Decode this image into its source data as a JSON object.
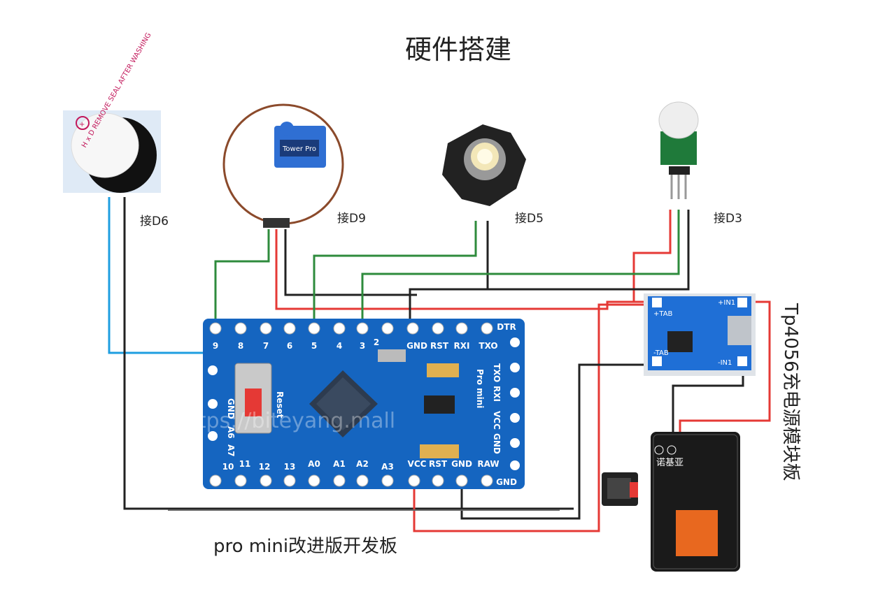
{
  "title": "硬件搭建",
  "labels": {
    "buzzer": "接D6",
    "servo": "接D9",
    "led": "接D5",
    "pir": "接D3"
  },
  "board_caption": "pro mini改进版开发板",
  "charger_caption": "Tp4056充电源模块板",
  "board": {
    "top_pins": [
      "9",
      "8",
      "7",
      "6",
      "5",
      "4",
      "3",
      "2",
      "GND",
      "RST",
      "RXI",
      "TXO"
    ],
    "bottom_pins": [
      "10",
      "11",
      "12",
      "13",
      "A0",
      "A1",
      "A2",
      "A3",
      "VCC",
      "RST",
      "GND",
      "RAW"
    ],
    "right_top": "DTR",
    "right_bottom": "GND",
    "right_side": [
      "TXO",
      "RXI",
      "VCC",
      "GND"
    ],
    "left_side": [
      "GND",
      "A6",
      "A7"
    ],
    "name": "Pro mini",
    "reset": "Reset",
    "watermark": "https://biteyang.mall"
  },
  "charger": {
    "pins": [
      "+IN1",
      "-IN1",
      "+TAB",
      "-TAB"
    ]
  },
  "battery": {
    "brand": "诺基亚"
  },
  "buzzer": {
    "text": "H x D REMOVE SEAL AFTER WASHING"
  },
  "servo": {
    "text": "Tower Pro"
  },
  "colors": {
    "board": "#1565c0",
    "wire_red": "#e53935",
    "wire_green": "#2e8b3c",
    "wire_blue": "#1e9ee0",
    "wire_black": "#222222"
  }
}
